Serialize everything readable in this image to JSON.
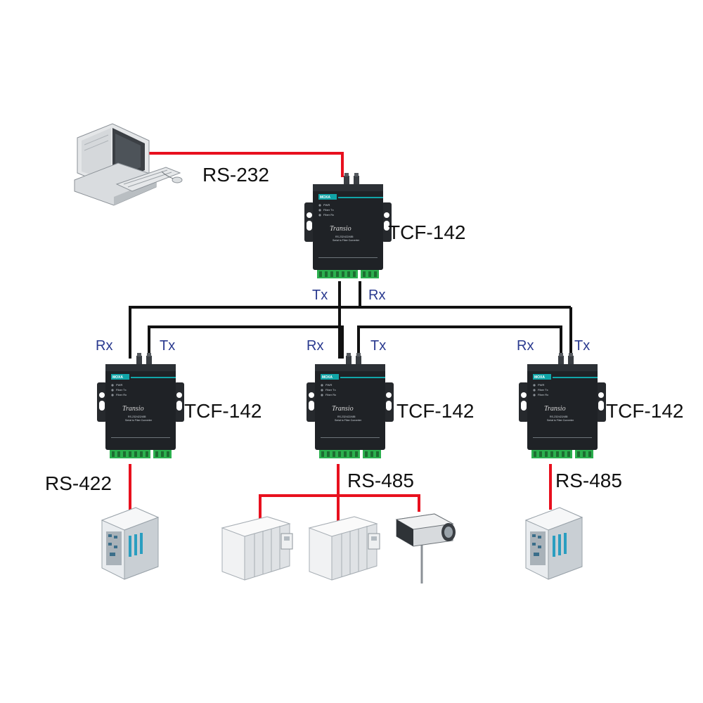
{
  "colors": {
    "serial_link": "#e8101e",
    "fiber_link": "#111111",
    "port_label": "#2a3a8f",
    "device_body": "#1f2226",
    "accent": "#11a5a8",
    "terminal": "#22aa44"
  },
  "links": {
    "host_link": "RS-232",
    "left_link": "RS-422",
    "middle_link": "RS-485",
    "right_link": "RS-485"
  },
  "converters": {
    "top": {
      "label": "TCF-142",
      "port_a": "Tx",
      "port_b": "Rx"
    },
    "left": {
      "label": "TCF-142",
      "port_a": "Rx",
      "port_b": "Tx"
    },
    "middle": {
      "label": "TCF-142",
      "port_a": "Rx",
      "port_b": "Tx"
    },
    "right": {
      "label": "TCF-142",
      "port_a": "Rx",
      "port_b": "Tx"
    }
  },
  "device_face": {
    "brand": "MOXA",
    "product": "Transio",
    "led_power": "PWR",
    "led_fiber_tx": "Fiber Tx",
    "led_fiber_rx": "Fiber Rx",
    "model_line": "RS-232/422/485",
    "subtitle": "Serial to Fiber Converter"
  },
  "icons": [
    "desktop-computer-icon",
    "industrial-cabinet-icon",
    "controller-rack-icon",
    "security-camera-icon"
  ]
}
